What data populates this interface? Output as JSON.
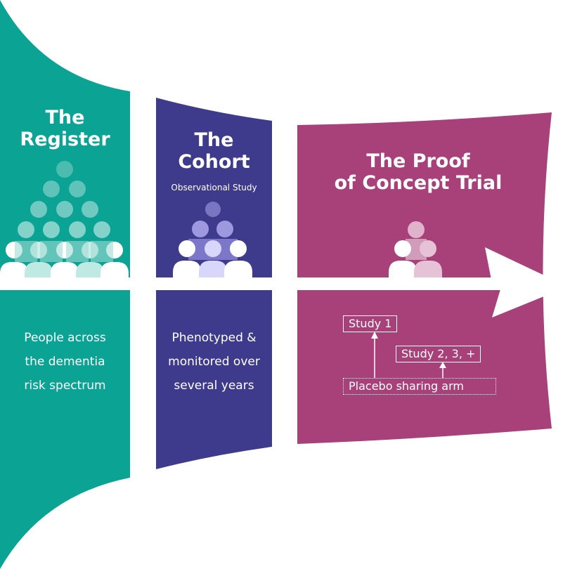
{
  "colors": {
    "register": "#0ba394",
    "cohort": "#3e3a8c",
    "trial": "#a8407a",
    "background": "#ffffff"
  },
  "register": {
    "title_line1": "The",
    "title_line2": "Register",
    "description": [
      "People across",
      "the dementia",
      "risk spectrum"
    ]
  },
  "cohort": {
    "title_line1": "The",
    "title_line2": "Cohort",
    "subtitle": "Observational Study",
    "description": [
      "Phenotyped &",
      "monitored over",
      "several years"
    ]
  },
  "trial": {
    "title_line1": "The Proof",
    "title_line2": "of Concept Trial",
    "boxes": {
      "study1": "Study 1",
      "study2": "Study 2, 3, +",
      "placebo": "Placebo sharing arm"
    }
  },
  "icons": [
    "people-pyramid-icon",
    "people-group-icon",
    "arrow-right-icon"
  ]
}
